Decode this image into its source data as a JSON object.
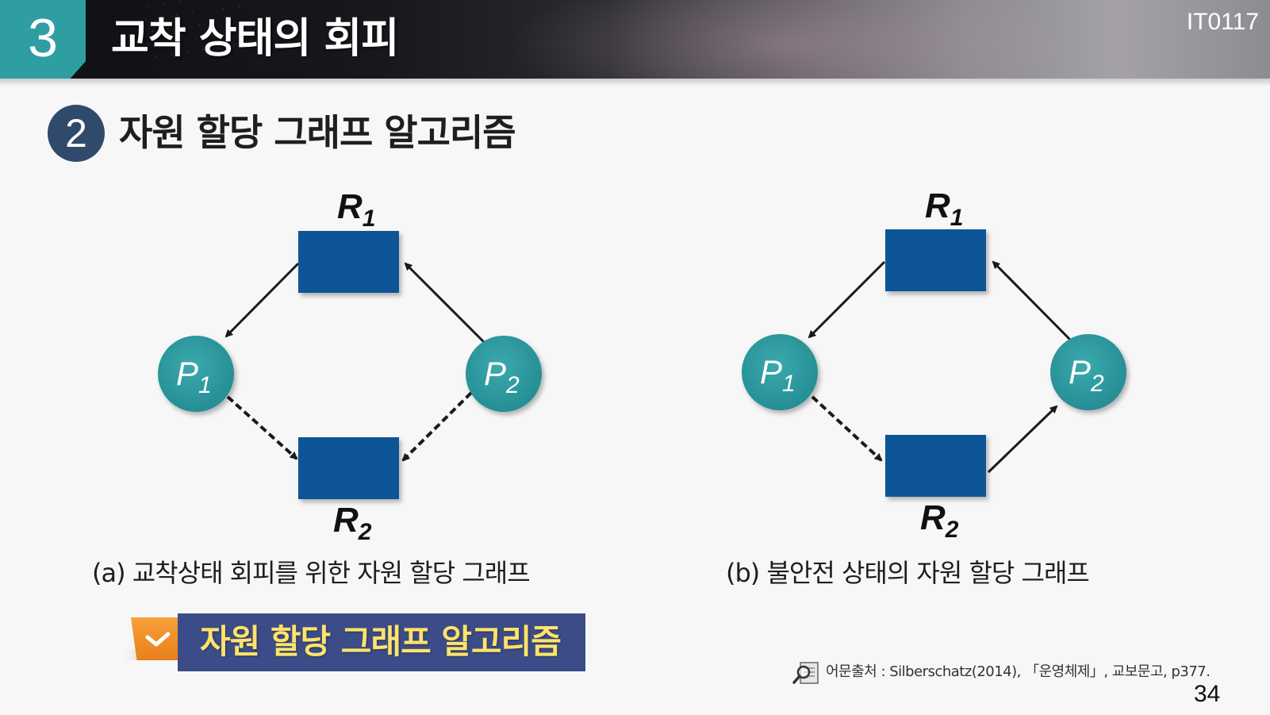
{
  "header": {
    "section_number": "3",
    "title": "교착 상태의 회피",
    "course_code": "IT0117"
  },
  "subtitle": {
    "number": "2",
    "text": "자원 할당 그래프 알고리즘"
  },
  "diagram_a": {
    "resources": [
      {
        "label": "R",
        "subscript": "1"
      },
      {
        "label": "R",
        "subscript": "2"
      }
    ],
    "processes": [
      {
        "label": "P",
        "subscript": "1"
      },
      {
        "label": "P",
        "subscript": "2"
      }
    ],
    "caption": "(a) 교착상태 회피를 위한 자원 할당 그래프"
  },
  "diagram_b": {
    "resources": [
      {
        "label": "R",
        "subscript": "1"
      },
      {
        "label": "R",
        "subscript": "2"
      }
    ],
    "processes": [
      {
        "label": "P",
        "subscript": "1"
      },
      {
        "label": "P",
        "subscript": "2"
      }
    ],
    "caption": "(b) 불안전 상태의 자원 할당 그래프"
  },
  "banner": {
    "text": "자원 할당 그래프 알고리즘"
  },
  "footer": {
    "source": "어문출처 : Silberschatz(2014), 「운영체제」, 교보문고, p377.",
    "page_number": "34"
  },
  "colors": {
    "teal": "#2f9ea3",
    "resource_blue": "#0e5596",
    "banner_navy": "#3c4c88",
    "banner_text": "#ffe36a",
    "badge_navy": "#2f4a6b",
    "tag_orange": "#f39532"
  },
  "icons": {
    "tag": "check-icon",
    "source": "magnifier-document-icon"
  }
}
